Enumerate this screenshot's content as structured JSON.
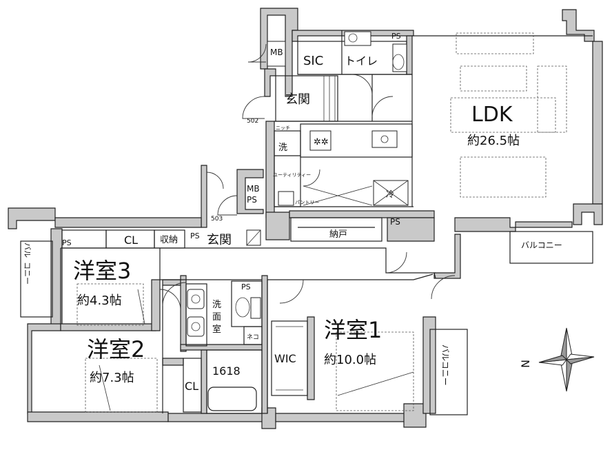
{
  "rooms": {
    "ldk": {
      "name": "LDK",
      "size": "約26.5帖"
    },
    "room1": {
      "name": "洋室1",
      "size": "約10.0帖"
    },
    "room2": {
      "name": "洋室2",
      "size": "約7.3帖"
    },
    "room3": {
      "name": "洋室3",
      "size": "約4.3帖"
    }
  },
  "labels": {
    "genkan_inner": "玄関",
    "genkan_outer": "玄関",
    "sic": "SIC",
    "toilet": "トイレ",
    "mb_top": "MB",
    "mb_ps_1": "MB",
    "mb_ps_2": "PS",
    "ps_toilet": "PS",
    "ps_storage": "PS",
    "ps_left": "PS",
    "ps_cl": "PS",
    "ps_wash": "PS",
    "cl_top": "CL",
    "cl_bottom": "CL",
    "shuno": "収納",
    "nando": "納戸",
    "wic": "WIC",
    "senmen_1": "洗",
    "senmen_2": "面",
    "senmen_3": "室",
    "bath": "1618",
    "sentaku": "洗",
    "utility": "ユーティリティー",
    "pantry": "パントリー",
    "fridge": "冷",
    "niche": "ニッチ",
    "neko": "ネコ",
    "door_502": "502",
    "door_503": "503",
    "balcony_right": "バルコニー",
    "balcony_bottom": "バルコニー",
    "balcony_left_1": "バル",
    "balcony_left_2": "コニー",
    "compass_n": "N"
  },
  "colors": {
    "wall": "#c9c9c9",
    "line": "#222222"
  }
}
